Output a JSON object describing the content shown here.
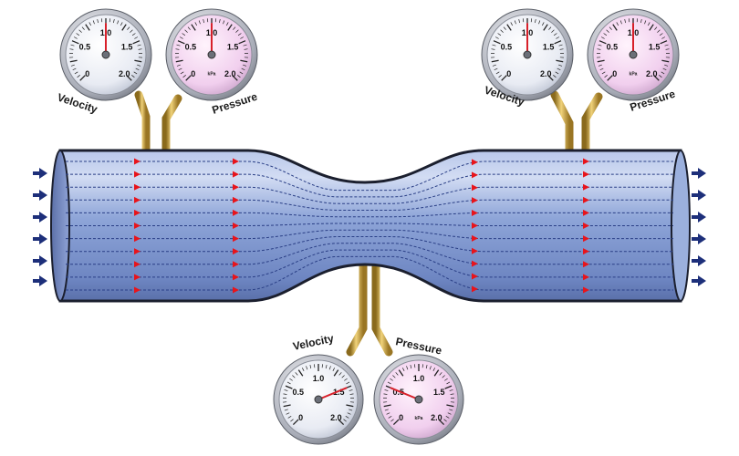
{
  "diagram": {
    "gauge_scale": {
      "zero": "0",
      "half": "0.5",
      "one": "1.0",
      "one_half": "1.5",
      "two": "2.0"
    },
    "pressure_unit": "kPa",
    "left_velocity_label": "Velocity",
    "left_pressure_label": "Pressure",
    "right_velocity_label": "Velocity",
    "right_pressure_label": "Pressure",
    "bottom_velocity_label": "Velocity",
    "bottom_pressure_label": "Pressure",
    "gauges": [
      {
        "id": "left-velocity",
        "reading": 1.0
      },
      {
        "id": "left-pressure",
        "reading": 1.0
      },
      {
        "id": "right-velocity",
        "reading": 1.0
      },
      {
        "id": "right-pressure",
        "reading": 1.0
      },
      {
        "id": "bottom-velocity",
        "reading": 1.5
      },
      {
        "id": "bottom-pressure",
        "reading": 0.5
      }
    ],
    "colors": {
      "pipe_body": "#7e97cf",
      "pipe_highlight": "#c9d6f0",
      "pipe_outline": "#1b1f2e",
      "streamline": "#2a3f86",
      "flow_marker": "#e8141b",
      "inflow_arrow": "#1d2f7a",
      "velocity_gauge_face": "#eef0f6",
      "pressure_gauge_face": "#f3d6f0",
      "needle": "#d8202a",
      "brass_tube": "#c9a23a"
    }
  }
}
